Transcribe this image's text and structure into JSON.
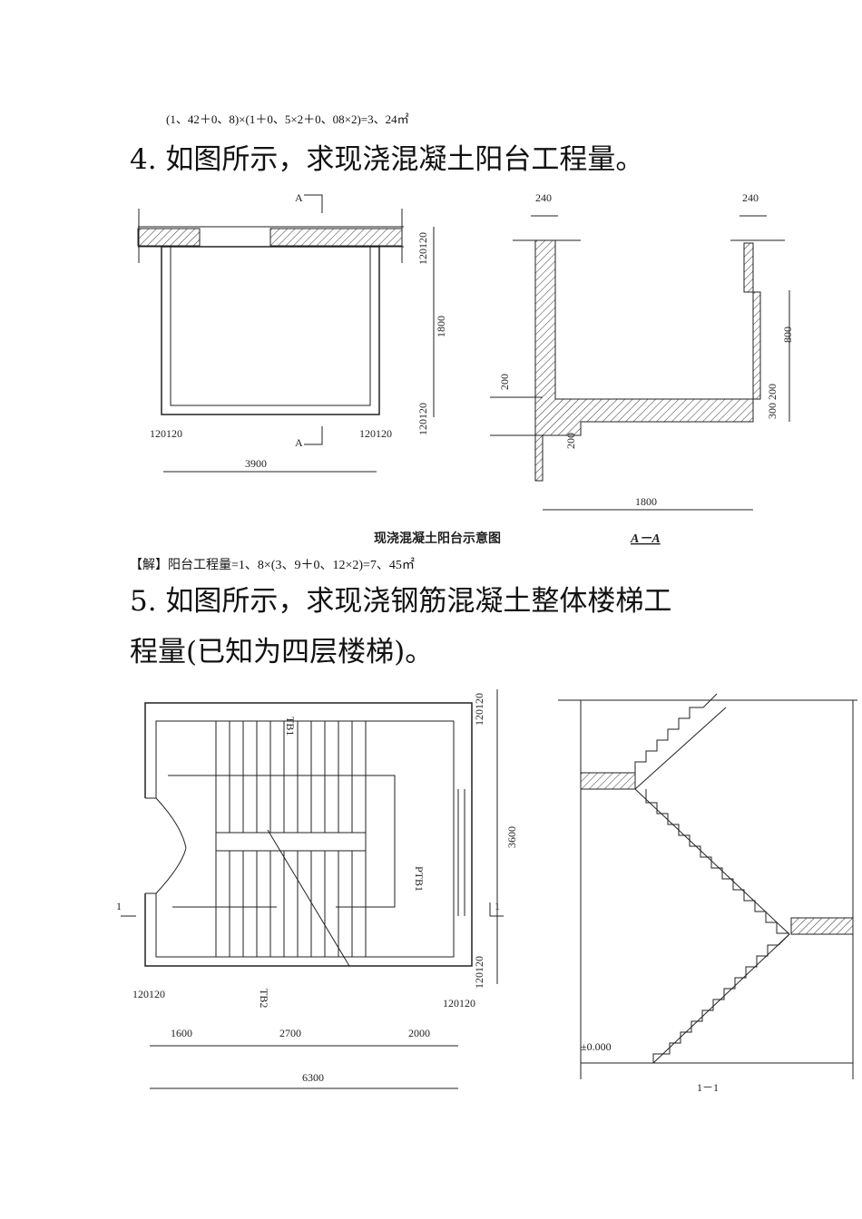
{
  "lines": {
    "calc_prev": "(1、42＋0、8)×(1＋0、5×2＋0、08×2)=3、24㎡",
    "q4": "4. 如图所示，求现浇混凝土阳台工程量。",
    "sol4": "【解】阳台工程量=1、8×(3、9＋0、12×2)=7、45㎡",
    "q5_l1": "5. 如图所示，求现浇钢筋混凝土整体楼梯工",
    "q5_l2": "程量(已知为四层楼梯)。"
  },
  "fig1": {
    "caption": "现浇混凝土阳台示意图",
    "section_label": "A－A",
    "plan": {
      "sec_mark_top": "A",
      "sec_mark_bot": "A",
      "d_top": "120120",
      "d_mid": "1800",
      "d_bot": "120120",
      "d_left": "120120",
      "d_right": "120120",
      "d_width": "3900"
    },
    "section": {
      "d_240_left": "240",
      "d_240_right": "240",
      "d_200_a": "200",
      "d_200_b": "200",
      "d_800": "800",
      "d_300_200": "300 200",
      "d_1800": "1800"
    }
  },
  "fig2": {
    "plan": {
      "tb1": "TB1",
      "ptb1": "PTB1",
      "tb2": "TB2",
      "d_top": "120120",
      "d_3600": "3600",
      "d_bot": "120120",
      "sec_left": "1",
      "sec_right": "1",
      "d_left": "120120",
      "d_right": "120120",
      "d_1600": "1600",
      "d_2700": "2700",
      "d_2000": "2000",
      "d_6300": "6300"
    },
    "section": {
      "elev": "±0.000",
      "label": "1－1"
    }
  }
}
